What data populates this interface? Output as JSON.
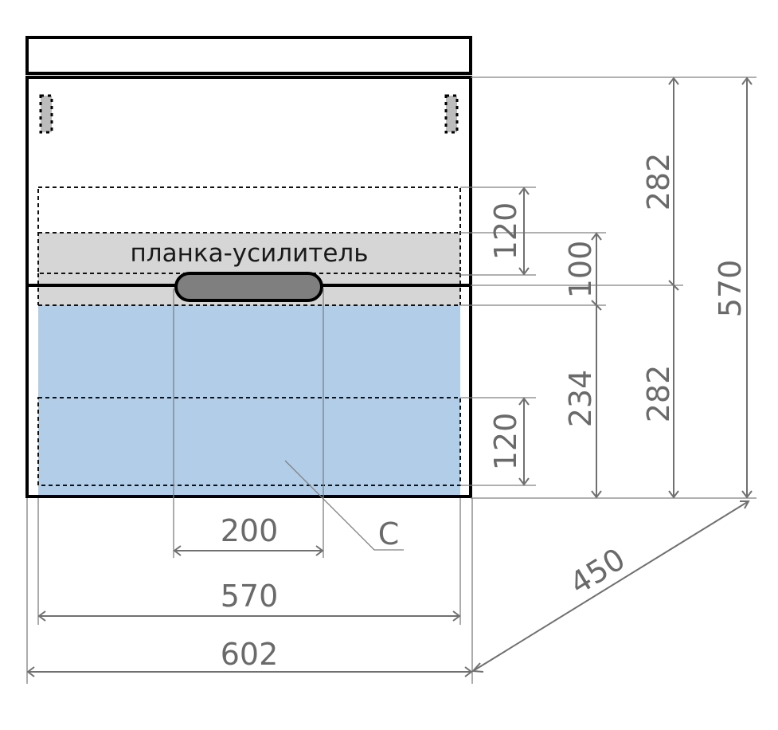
{
  "drawing": {
    "title": "cabinet-front-dimension-drawing",
    "reinforcement_label": "планка-усилитель",
    "callout_label": "C",
    "colors": {
      "outline": "#000000",
      "dimension": "#6a6a6a",
      "reinforcement_fill": "#d6d6d6",
      "drawer_fill": "#b2cde8",
      "handle_fill": "#7f7f7f",
      "hanger_fill": "#bcbcbc"
    }
  },
  "dimensions": {
    "top_box_height": "120",
    "reinforcement_height": "100",
    "upper_section_height": "282",
    "total_height": "570",
    "drawer_front_height": "234",
    "lower_section_height": "282",
    "bottom_box_height": "120",
    "handle_width": "200",
    "inner_width": "570",
    "overall_width": "602",
    "depth": "450"
  }
}
